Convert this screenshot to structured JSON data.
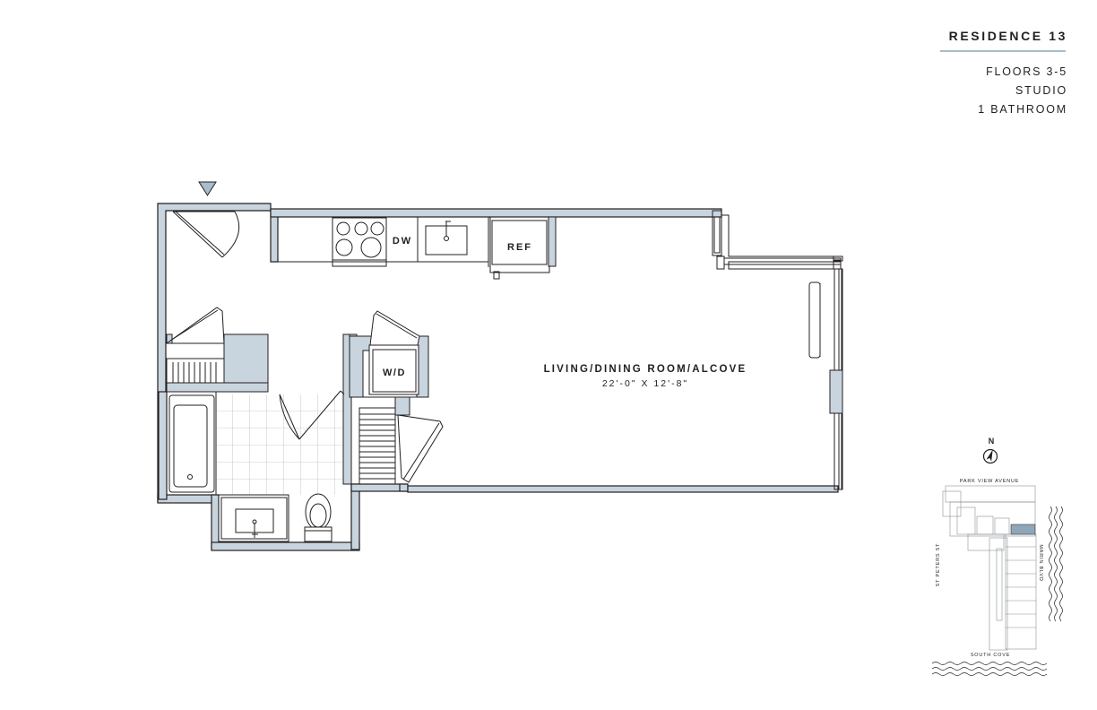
{
  "residence": {
    "title": "RESIDENCE 13",
    "details": [
      "FLOORS 3-5",
      "STUDIO",
      "1 BATHROOM"
    ]
  },
  "floorplan": {
    "room_name": "LIVING/DINING ROOM/ALCOVE",
    "room_dimensions": "22'-0\" X 12'-8\"",
    "labels": {
      "dishwasher": "DW",
      "refrigerator": "REF",
      "washer_dryer": "W/D"
    }
  },
  "key_plan": {
    "north": "N",
    "streets": {
      "top": "PARK VIEW AVENUE",
      "left": "ST PETERS ST",
      "right": "MARIN BLVD",
      "bottom": "SOUTH COVE"
    }
  },
  "colors": {
    "wall_fill": "#c9d5de",
    "line": "#231f20",
    "accent": "#a8bccb",
    "highlight": "#8fa6b8"
  }
}
